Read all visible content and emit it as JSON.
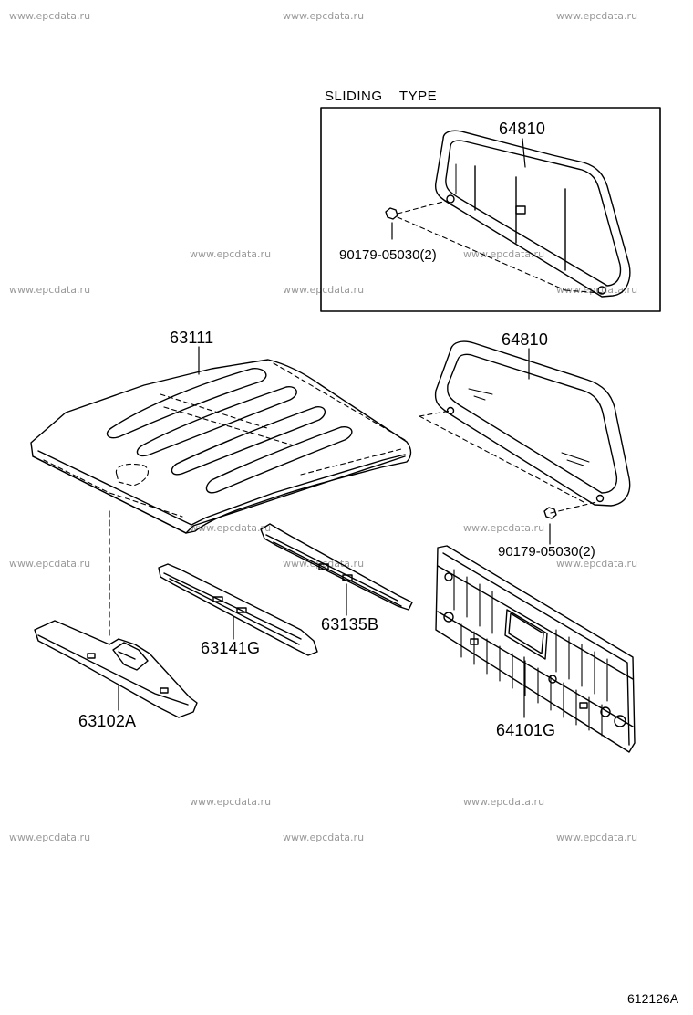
{
  "watermark": "www.epcdata.ru",
  "inset": {
    "title": "SLIDING    TYPE"
  },
  "parts": {
    "inset_window": "64810",
    "inset_nut": "90179-05030(2)",
    "roof_panel": "63111",
    "back_window": "64810",
    "back_window_nut": "90179-05030(2)",
    "roof_bow": "63135B",
    "roof_rail_inner": "63141G",
    "front_header": "63102A",
    "back_panel": "64101G"
  },
  "diagram_code": "612126A"
}
